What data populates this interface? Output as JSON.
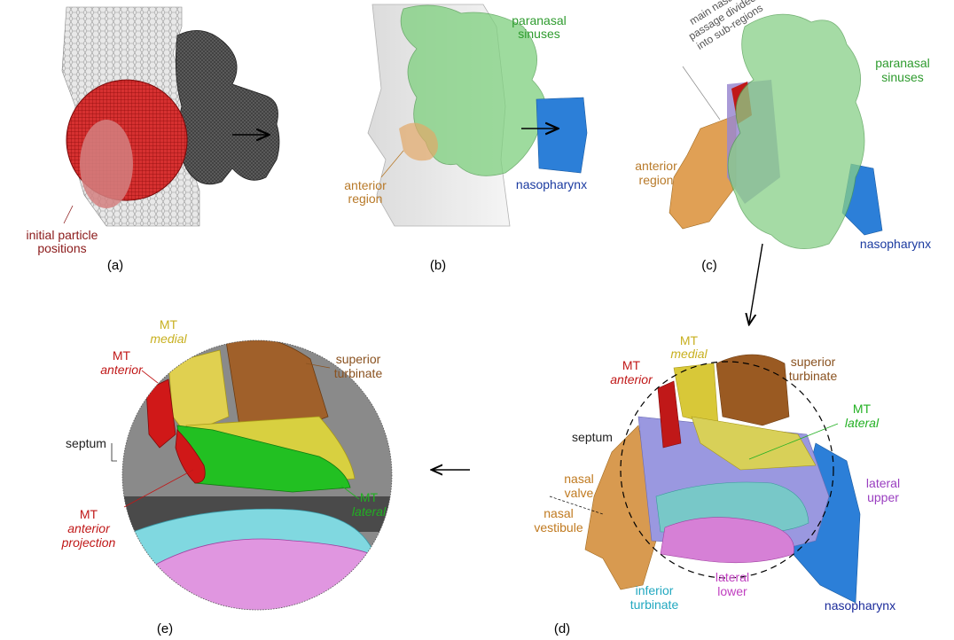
{
  "panels": {
    "a": {
      "caption": "(a)",
      "label_initial_1": "initial particle",
      "label_initial_2": "positions",
      "colors": {
        "label": "#8b1a1a",
        "mesh": "#4a4a4a",
        "sphere": "#c0141e"
      }
    },
    "b": {
      "caption": "(b)",
      "label_sinuses_1": "paranasal",
      "label_sinuses_2": "sinuses",
      "label_anterior_1": "anterior",
      "label_anterior_2": "region",
      "label_nasopharynx": "nasopharynx",
      "colors": {
        "sinuses": "#2e9b2e",
        "anterior": "#b87a2a",
        "nasopharynx": "#1a3aa0"
      }
    },
    "c": {
      "caption": "(c)",
      "label_main_1": "main nasal",
      "label_main_2": "passage divided",
      "label_main_3": "into sub-regions",
      "label_sinuses_1": "paranasal",
      "label_sinuses_2": "sinuses",
      "label_anterior_1": "anterior",
      "label_anterior_2": "region",
      "label_nasopharynx": "nasopharynx"
    },
    "d": {
      "caption": "(d)",
      "mt_anterior_1": "MT",
      "mt_anterior_2": "anterior",
      "mt_medial_1": "MT",
      "mt_medial_2": "medial",
      "superior_1": "superior",
      "superior_2": "turbinate",
      "mt_lateral_1": "MT",
      "mt_lateral_2": "lateral",
      "septum": "septum",
      "nasal_valve_1": "nasal",
      "nasal_valve_2": "valve",
      "nasal_vestibule_1": "nasal",
      "nasal_vestibule_2": "vestibule",
      "lateral_upper_1": "lateral",
      "lateral_upper_2": "upper",
      "inferior_1": "inferior",
      "inferior_2": "turbinate",
      "lateral_lower_1": "lateral",
      "lateral_lower_2": "lower",
      "nasopharynx": "nasopharynx"
    },
    "e": {
      "caption": "(e)",
      "mt_medial_1": "MT",
      "mt_medial_2": "medial",
      "mt_anterior_1": "MT",
      "mt_anterior_2": "anterior",
      "superior_1": "superior",
      "superior_2": "turbinate",
      "septum": "septum",
      "mt_lateral_1": "MT",
      "mt_lateral_2": "lateral",
      "mt_ant_proj_1": "MT",
      "mt_ant_proj_2": "anterior",
      "mt_ant_proj_3": "projection"
    }
  },
  "colors": {
    "red": "#c01818",
    "yellow": "#c8b020",
    "brown": "#8a5220",
    "green": "#22b022",
    "purple": "#9a3ec0",
    "cyan": "#22a8c0",
    "pink": "#c040c0",
    "navy": "#1a2a9a",
    "orange": "#c07a20",
    "gray": "#222222"
  }
}
